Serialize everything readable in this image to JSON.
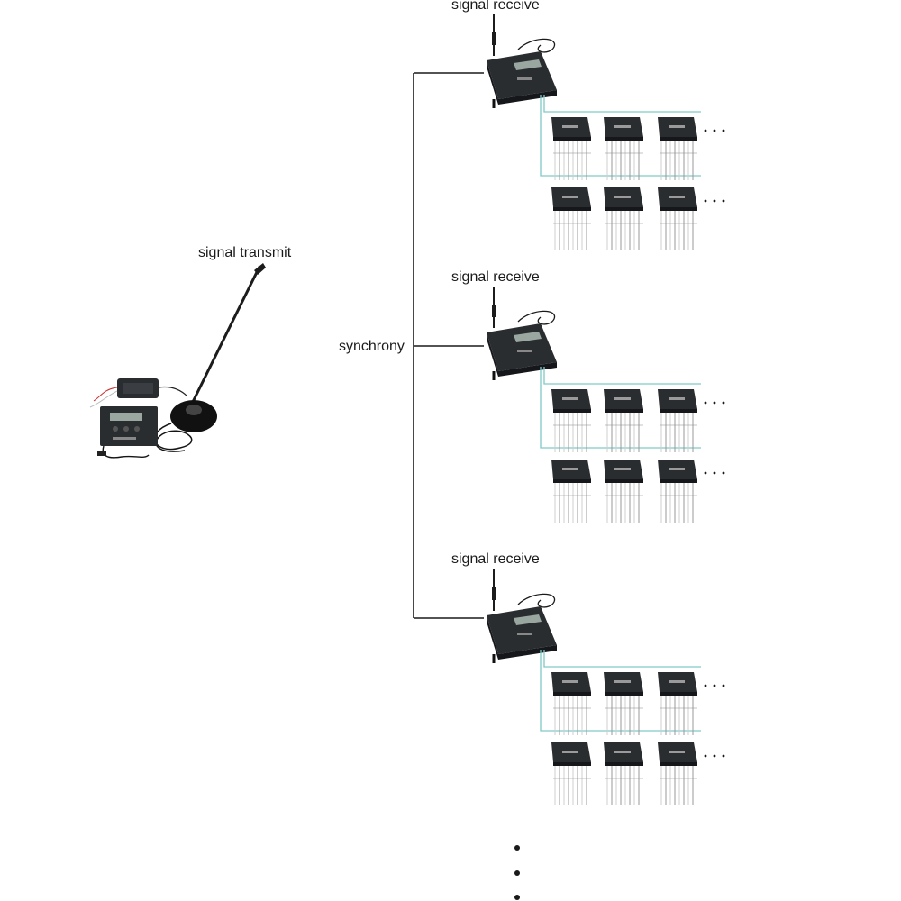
{
  "transmitter": {
    "label": "signal transmit"
  },
  "synchrony": {
    "label": "synchrony"
  },
  "receivers": [
    {
      "label": "signal receive"
    },
    {
      "label": "signal receive"
    },
    {
      "label": "signal receive"
    }
  ],
  "colors": {
    "line": "#1a1a1a",
    "cable": "#7fc9c6",
    "device": "#2a2d30",
    "device_dark": "#15171a",
    "screen": "#9aa6a0",
    "antenna": "#1c1c1c"
  }
}
